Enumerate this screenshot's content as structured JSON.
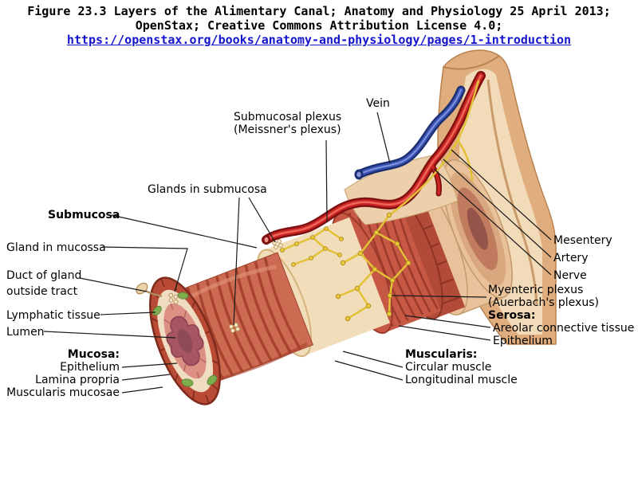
{
  "header": {
    "line1": "Figure 23.3 Layers of the Alimentary Canal; Anatomy and Physiology 25 April 2013;",
    "line2": "OpenStax; Creative Commons Attribution License 4.0;",
    "link": "https://openstax.org/books/anatomy-and-physiology/pages/1-introduction"
  },
  "labels": {
    "vein": "Vein",
    "submucosal_plexus": {
      "line1": "Submucosal plexus",
      "line2": "(Meissner's plexus)"
    },
    "glands_in_submucosa": "Glands in submucosa",
    "submucosa": "Submucosa",
    "gland_in_mucossa": "Gland in mucossa",
    "duct_of_gland": {
      "line1": "Duct of gland",
      "line2": "outside tract"
    },
    "lymphatic_tissue": "Lymphatic tissue",
    "lumen": "Lumen",
    "mucosa": {
      "heading": "Mucosa:",
      "items": [
        "Epithelium",
        "Lamina propria",
        "Muscularis mucosae"
      ]
    },
    "mesentery": "Mesentery",
    "artery": "Artery",
    "nerve": "Nerve",
    "myenteric_plexus": {
      "line1": "Myenteric plexus",
      "line2": "(Auerbach's plexus)"
    },
    "serosa": {
      "heading": "Serosa:",
      "items": [
        "Areolar connective tissue",
        "Epithelium"
      ]
    },
    "muscularis": {
      "heading": "Muscularis:",
      "items": [
        "Circular muscle",
        "Longitudinal muscle"
      ]
    }
  },
  "colors": {
    "link_blue": "#1414cc",
    "leader_line": "#1a1a1a",
    "artery_red": "#cc2424",
    "vein_blue": "#3c55b5",
    "nerve_yellow": "#e8c838",
    "mucosa_red": "#cd6b52",
    "submucosa_cream": "#f2ddba",
    "muscle_red": "#c65844",
    "serosa_tan": "#e9c29c",
    "mesentery_tan": "#dfad7e",
    "lymphoid_green": "#7fae4f",
    "lumen_rose": "#a85563"
  }
}
